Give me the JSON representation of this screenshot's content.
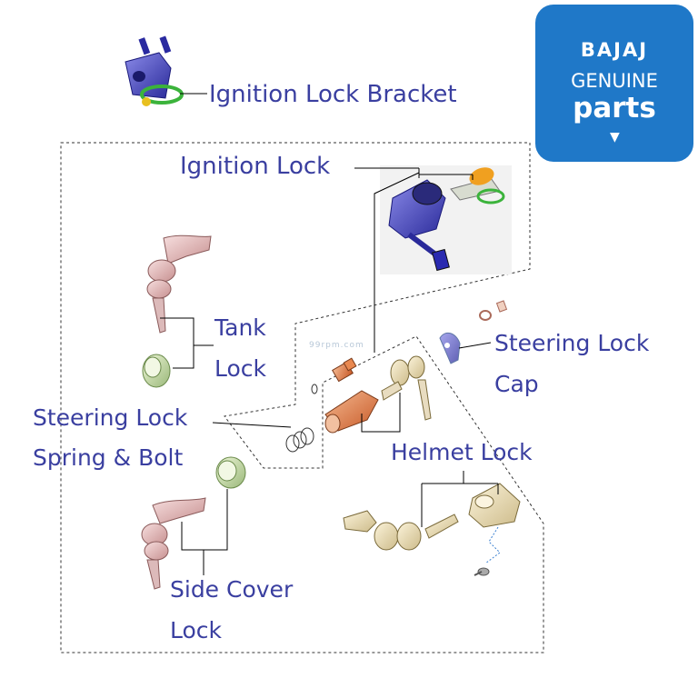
{
  "labels": {
    "ignition_lock_bracket": "Ignition Lock Bracket",
    "ignition_lock": "Ignition Lock",
    "tank_lock_line1": "Tank",
    "tank_lock_line2": "Lock",
    "steering_lock_cap_line1": "Steering Lock",
    "steering_lock_cap_line2": "Cap",
    "steering_lock_spring_line1": "Steering Lock",
    "steering_lock_spring_line2": "Spring & Bolt",
    "helmet_lock": "Helmet Lock",
    "side_cover_line1": "Side Cover",
    "side_cover_line2": "Lock"
  },
  "logo": {
    "brand": "BAJAJ",
    "line2": "GENUINE",
    "line3": "parts",
    "colors": {
      "background": "#1f78c8",
      "text": "#ffffff"
    }
  },
  "watermark": "99rpm.com",
  "colors": {
    "label_text": "#3a3fa0",
    "leader_line": "#000000"
  }
}
